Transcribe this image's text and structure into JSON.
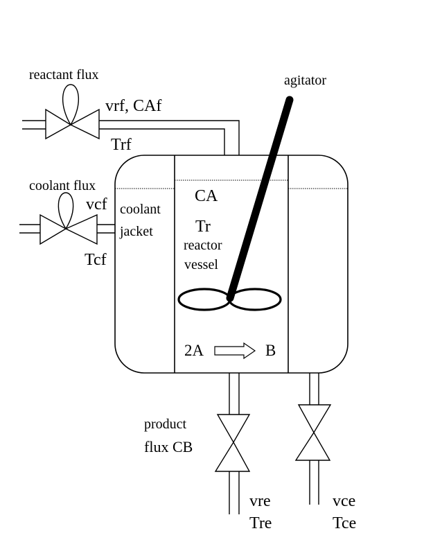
{
  "labels": {
    "reactant_flux": "reactant flux",
    "agitator": "agitator",
    "vrf_caf": "vrf, CAf",
    "trf": "Trf",
    "coolant_flux": "coolant flux",
    "vcf": "vcf",
    "coolant": "coolant",
    "jacket": "jacket",
    "tcf": "Tcf",
    "ca": "CA",
    "tr": "Tr",
    "reactor": "reactor",
    "vessel": "vessel",
    "reaction_left": "2A",
    "reaction_right": "B",
    "product": "product",
    "flux_cb": "flux CB",
    "vre": "vre",
    "tre": "Tre",
    "vce": "vce",
    "tce": "Tce"
  }
}
